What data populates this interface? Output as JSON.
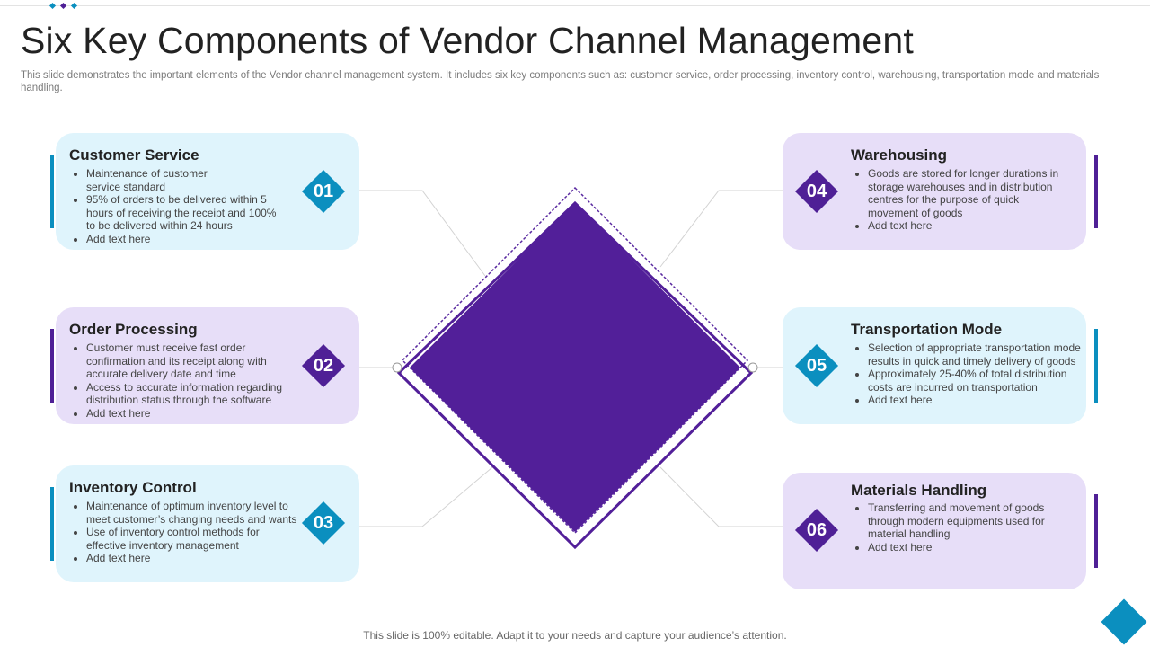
{
  "header": {
    "title": "Six Key Components of Vendor Channel Management",
    "subtitle": "This slide demonstrates the important elements of the Vendor channel management system. It includes six key components such as: customer service, order processing, inventory control, warehousing, transportation mode and materials handling."
  },
  "colors": {
    "teal": "#0b8fbf",
    "purple": "#4f2096",
    "diamond": "#521f99",
    "card_blue": "#dff4fc",
    "card_purple": "#e7def8"
  },
  "components": [
    {
      "number": "01",
      "title": "Customer Service",
      "bullets": [
        "Maintenance of customer service standard",
        "95% of orders to be delivered within 5 hours of receiving the receipt and 100% to be delivered within 24 hours",
        "Add text here"
      ]
    },
    {
      "number": "02",
      "title": "Order Processing",
      "bullets": [
        "Customer must receive fast order confirmation and its receipt along with accurate delivery date and time",
        "Access to accurate information regarding distribution status through the software",
        "Add text here"
      ]
    },
    {
      "number": "03",
      "title": "Inventory Control",
      "bullets": [
        "Maintenance of optimum inventory level to meet customer’s changing needs and wants",
        "Use of inventory control methods for effective inventory management",
        "Add text here"
      ]
    },
    {
      "number": "04",
      "title": "Warehousing",
      "bullets": [
        "Goods are stored for longer durations in storage warehouses and in distribution centres for the purpose of quick movement of goods",
        "Add text here"
      ]
    },
    {
      "number": "05",
      "title": "Transportation Mode",
      "bullets": [
        "Selection of appropriate transportation mode results in quick and timely delivery of goods",
        "Approximately 25-40% of total distribution costs are incurred on transportation",
        "Add text here"
      ]
    },
    {
      "number": "06",
      "title": "Materials Handling",
      "bullets": [
        "Transferring and movement of goods through modern equipments used for material handling",
        "Add text here"
      ]
    }
  ],
  "footer": {
    "text": "This slide is 100% editable. Adapt it to your needs and capture your audience’s attention."
  }
}
